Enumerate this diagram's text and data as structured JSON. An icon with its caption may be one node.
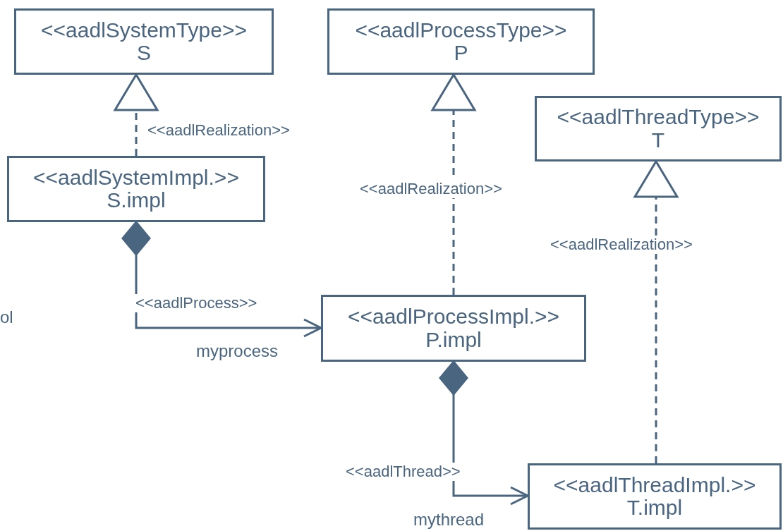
{
  "diagram": {
    "nodes": [
      {
        "text": [
          "<<aadlSystemType>>",
          "S"
        ]
      },
      {
        "text": [
          "<<aadlProcessType>>",
          "P"
        ]
      },
      {
        "text": [
          "<<aadlThreadType>>",
          "T"
        ]
      },
      {
        "text": [
          "<<aadlSystemImpl.>>",
          "S.impl"
        ]
      },
      {
        "text": [
          "<<aadlProcessImpl.>>",
          "P.impl"
        ]
      },
      {
        "text": [
          "<<aadlThreadImpl.>>",
          "T.impl"
        ]
      }
    ],
    "edges": [
      {
        "from": 3,
        "to": 0,
        "arrow": "to",
        "label": "<<aadlRealization>>",
        "style": "dashed"
      },
      {
        "from": 4,
        "to": 1,
        "arrow": "to",
        "label": "<<aadlRealization>>",
        "style": "dashed"
      },
      {
        "from": 5,
        "to": 2,
        "arrow": "to",
        "label": "<<aadlRealization>>",
        "style": "dashed"
      },
      {
        "from": 3,
        "to": 4,
        "arrow": "to",
        "label": "<<aadlProcess>>"
      },
      {
        "from": 4,
        "to": 5,
        "arrow": "to",
        "label": "<<aadlThread>>"
      }
    ],
    "labels": [
      "ol",
      "myprocess",
      "mythread"
    ]
  }
}
